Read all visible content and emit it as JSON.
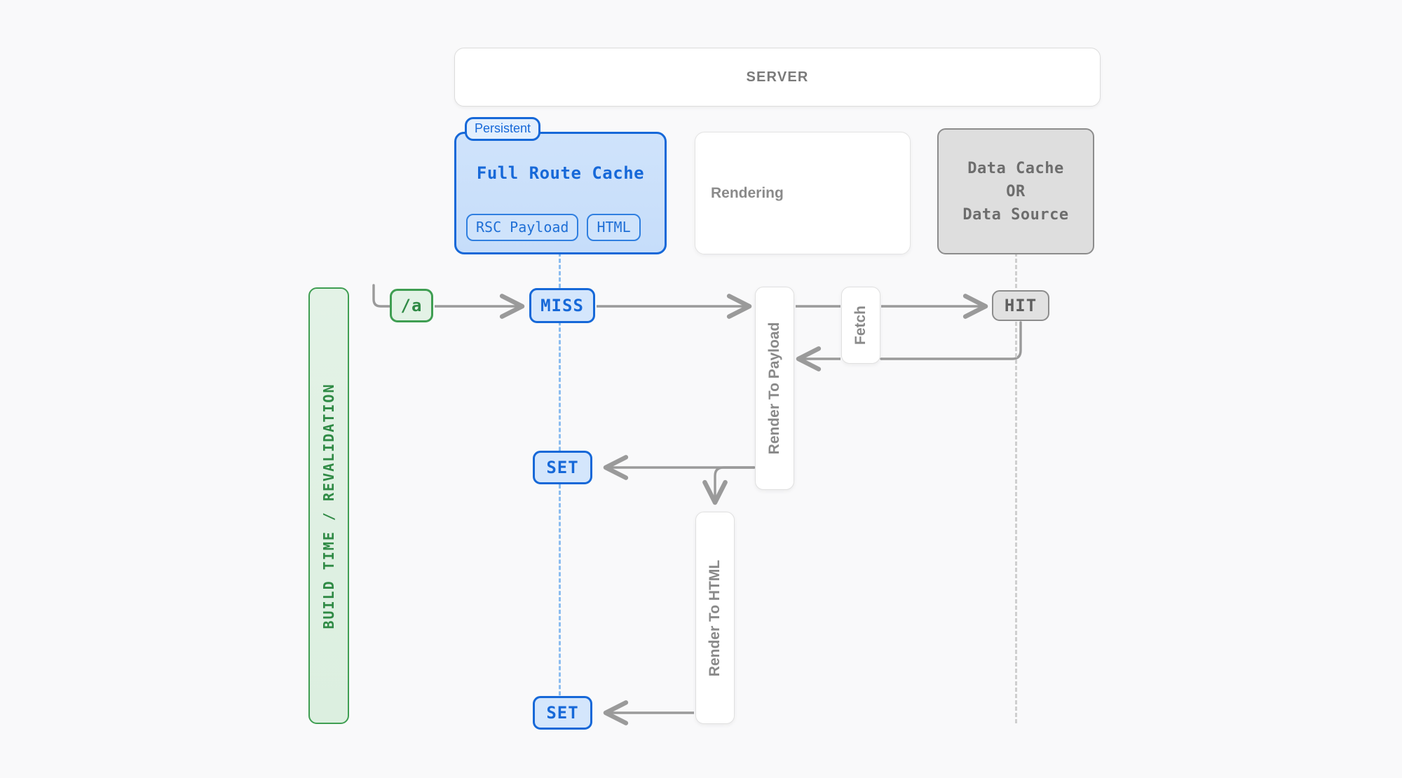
{
  "diagram": {
    "title": "Full Route Cache at build time / revalidation",
    "background_color": "#f9f9fa"
  },
  "server": {
    "label": "SERVER"
  },
  "full_route_cache": {
    "tag": "Persistent",
    "title": "Full Route Cache",
    "chips": [
      {
        "label": "RSC Payload"
      },
      {
        "label": "HTML"
      }
    ],
    "accent_color": "#1668d8",
    "fill_color": "#cfe3fb"
  },
  "rendering": {
    "label": "Rendering"
  },
  "data_cache": {
    "lines": [
      "Data Cache",
      "OR",
      "Data Source"
    ],
    "accent_color": "#8c8c8c",
    "fill_color": "#dedede"
  },
  "build_time_rail": {
    "label": "BUILD TIME / REVALIDATION",
    "accent_color": "#3f9e52",
    "fill_color": "#e3f2e6"
  },
  "badges": {
    "route": {
      "label": "/a",
      "color": "#2f8a45"
    },
    "miss": {
      "label": "MISS",
      "color": "#1668d8"
    },
    "hit": {
      "label": "HIT",
      "color": "#5f5f5f"
    },
    "set_payload": {
      "label": "SET",
      "color": "#1668d8"
    },
    "set_html": {
      "label": "SET",
      "color": "#1668d8"
    }
  },
  "process_boxes": {
    "render_to_payload": {
      "label": "Render To Payload"
    },
    "fetch": {
      "label": "Fetch"
    },
    "render_to_html": {
      "label": "Render To HTML"
    }
  },
  "chart_data": {
    "type": "diagram",
    "nodes": [
      {
        "id": "server",
        "label": "SERVER",
        "kind": "container"
      },
      {
        "id": "full-route-cache",
        "label": "Full Route Cache",
        "kind": "cache",
        "tag": "Persistent",
        "children": [
          "RSC Payload",
          "HTML"
        ]
      },
      {
        "id": "rendering",
        "label": "Rendering",
        "kind": "container"
      },
      {
        "id": "data-cache",
        "label": "Data Cache OR Data Source",
        "kind": "cache"
      },
      {
        "id": "build-time",
        "label": "BUILD TIME / REVALIDATION",
        "kind": "phase-rail"
      },
      {
        "id": "route",
        "label": "/a",
        "kind": "badge"
      },
      {
        "id": "miss",
        "label": "MISS",
        "kind": "badge"
      },
      {
        "id": "render-to-payload",
        "label": "Render To Payload",
        "kind": "process"
      },
      {
        "id": "fetch",
        "label": "Fetch",
        "kind": "process"
      },
      {
        "id": "hit",
        "label": "HIT",
        "kind": "badge"
      },
      {
        "id": "set-payload",
        "label": "SET",
        "kind": "badge"
      },
      {
        "id": "render-to-html",
        "label": "Render To HTML",
        "kind": "process"
      },
      {
        "id": "set-html",
        "label": "SET",
        "kind": "badge"
      }
    ],
    "edges": [
      {
        "from": "route",
        "to": "miss"
      },
      {
        "from": "miss",
        "to": "render-to-payload"
      },
      {
        "from": "render-to-payload",
        "to": "hit",
        "via": "fetch"
      },
      {
        "from": "hit",
        "to": "render-to-payload",
        "via": "fetch"
      },
      {
        "from": "render-to-payload",
        "to": "set-payload"
      },
      {
        "from": "render-to-payload",
        "to": "render-to-html"
      },
      {
        "from": "render-to-html",
        "to": "set-html"
      }
    ]
  }
}
